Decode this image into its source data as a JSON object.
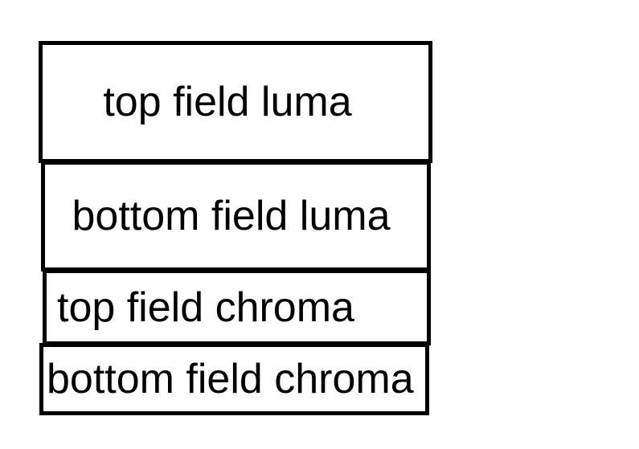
{
  "colors": {
    "background": "#ffffff",
    "box_border": "#000000",
    "text": "#000000"
  },
  "boxes": [
    {
      "label": "top field luma"
    },
    {
      "label": "bottom field luma"
    },
    {
      "label": "top field chroma"
    },
    {
      "label": "bottom field chroma"
    }
  ]
}
